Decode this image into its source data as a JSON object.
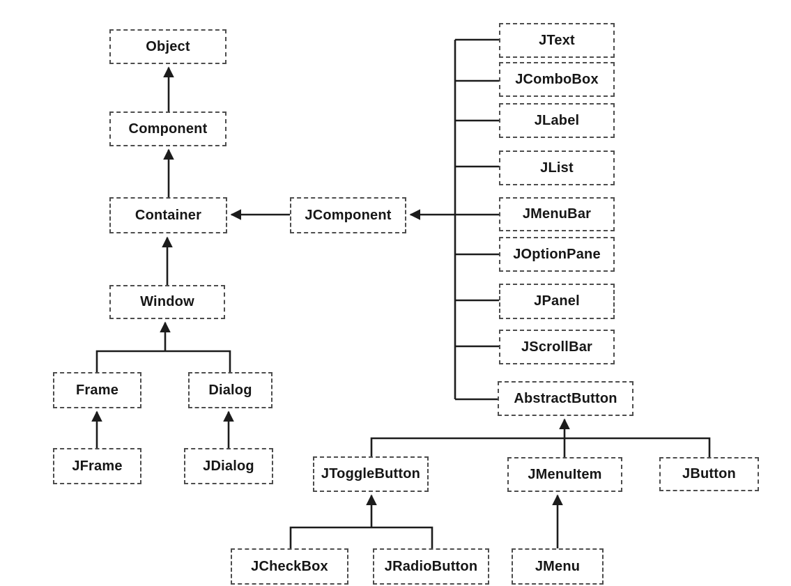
{
  "colors": {
    "background": "#ffffff",
    "box_border": "#4d4d4d",
    "connector_line": "#1c1c1c",
    "text": "#161616"
  },
  "nodes": {
    "object": {
      "label": "Object"
    },
    "component": {
      "label": "Component"
    },
    "container": {
      "label": "Container"
    },
    "window": {
      "label": "Window"
    },
    "frame": {
      "label": "Frame"
    },
    "dialog": {
      "label": "Dialog"
    },
    "jframe": {
      "label": "JFrame"
    },
    "jdialog": {
      "label": "JDialog"
    },
    "jcomponent": {
      "label": "JComponent"
    },
    "jtext": {
      "label": "JText"
    },
    "jcombobox": {
      "label": "JComboBox"
    },
    "jlabel": {
      "label": "JLabel"
    },
    "jlist": {
      "label": "JList"
    },
    "jmenubar": {
      "label": "JMenuBar"
    },
    "joptionpane": {
      "label": "JOptionPane"
    },
    "jpanel": {
      "label": "JPanel"
    },
    "jscrollbar": {
      "label": "JScrollBar"
    },
    "abstractbutton": {
      "label": "AbstractButton"
    },
    "jtogglebutton": {
      "label": "JToggleButton"
    },
    "jmenuitem": {
      "label": "JMenuItem"
    },
    "jbutton": {
      "label": "JButton"
    },
    "jcheckbox": {
      "label": "JCheckBox"
    },
    "jradiobutton": {
      "label": "JRadioButton"
    },
    "jmenu": {
      "label": "JMenu"
    }
  },
  "edges": [
    {
      "child": "Component",
      "parent": "Object"
    },
    {
      "child": "Container",
      "parent": "Component"
    },
    {
      "child": "Window",
      "parent": "Container"
    },
    {
      "child": "Frame",
      "parent": "Window"
    },
    {
      "child": "Dialog",
      "parent": "Window"
    },
    {
      "child": "JFrame",
      "parent": "Frame"
    },
    {
      "child": "JDialog",
      "parent": "Dialog"
    },
    {
      "child": "JComponent",
      "parent": "Container"
    },
    {
      "child": "JText",
      "parent": "JComponent"
    },
    {
      "child": "JComboBox",
      "parent": "JComponent"
    },
    {
      "child": "JLabel",
      "parent": "JComponent"
    },
    {
      "child": "JList",
      "parent": "JComponent"
    },
    {
      "child": "JMenuBar",
      "parent": "JComponent"
    },
    {
      "child": "JOptionPane",
      "parent": "JComponent"
    },
    {
      "child": "JPanel",
      "parent": "JComponent"
    },
    {
      "child": "JScrollBar",
      "parent": "JComponent"
    },
    {
      "child": "AbstractButton",
      "parent": "JComponent"
    },
    {
      "child": "JToggleButton",
      "parent": "AbstractButton"
    },
    {
      "child": "JMenuItem",
      "parent": "AbstractButton"
    },
    {
      "child": "JButton",
      "parent": "AbstractButton"
    },
    {
      "child": "JCheckBox",
      "parent": "JToggleButton"
    },
    {
      "child": "JRadioButton",
      "parent": "JToggleButton"
    },
    {
      "child": "JMenu",
      "parent": "JMenuItem"
    }
  ]
}
